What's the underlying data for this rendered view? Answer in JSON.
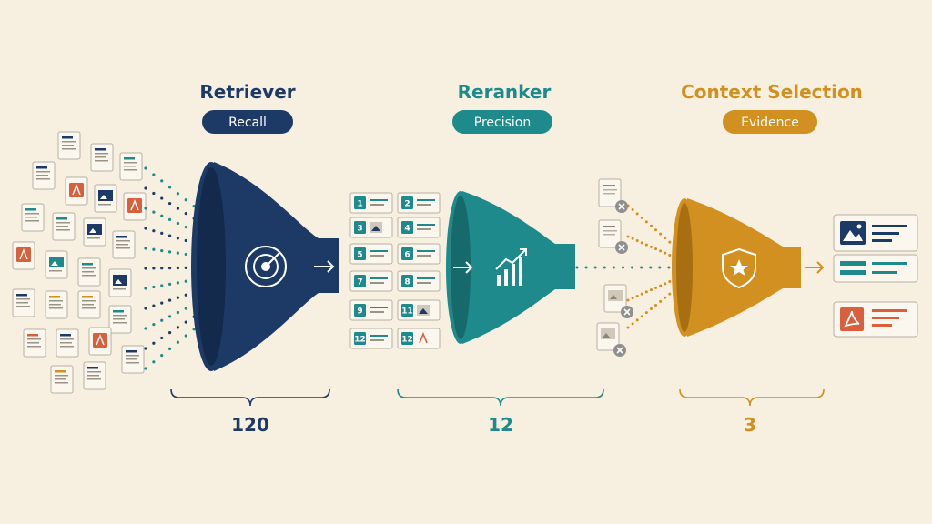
{
  "colors": {
    "background": "#f7efe0",
    "retriever": "#1d3a66",
    "reranker": "#1e8a8c",
    "context": "#d1901f",
    "pdf_red": "#d9603d",
    "reject_gray": "#8f8f8f"
  },
  "stages": [
    {
      "title": "Retriever",
      "tag": "Recall",
      "count": "120",
      "icon": "radar-icon",
      "color": "#1d3a66"
    },
    {
      "title": "Reranker",
      "tag": "Precision",
      "count": "12",
      "icon": "bar-chart-up-icon",
      "color": "#1e8a8c"
    },
    {
      "title": "Context Selection",
      "tag": "Evidence",
      "count": "3",
      "icon": "shield-star-icon",
      "color": "#d1901f"
    }
  ],
  "ranked_badges": [
    "1",
    "2",
    "3",
    "4",
    "5",
    "6",
    "7",
    "8",
    "9",
    "11",
    "12",
    "12"
  ],
  "rejected_docs": [
    "text-doc-icon",
    "text-doc-icon",
    "image-doc-icon",
    "image-doc-icon"
  ],
  "selected_items": [
    "image-card-icon",
    "text-card-icon",
    "pdf-card-icon"
  ]
}
